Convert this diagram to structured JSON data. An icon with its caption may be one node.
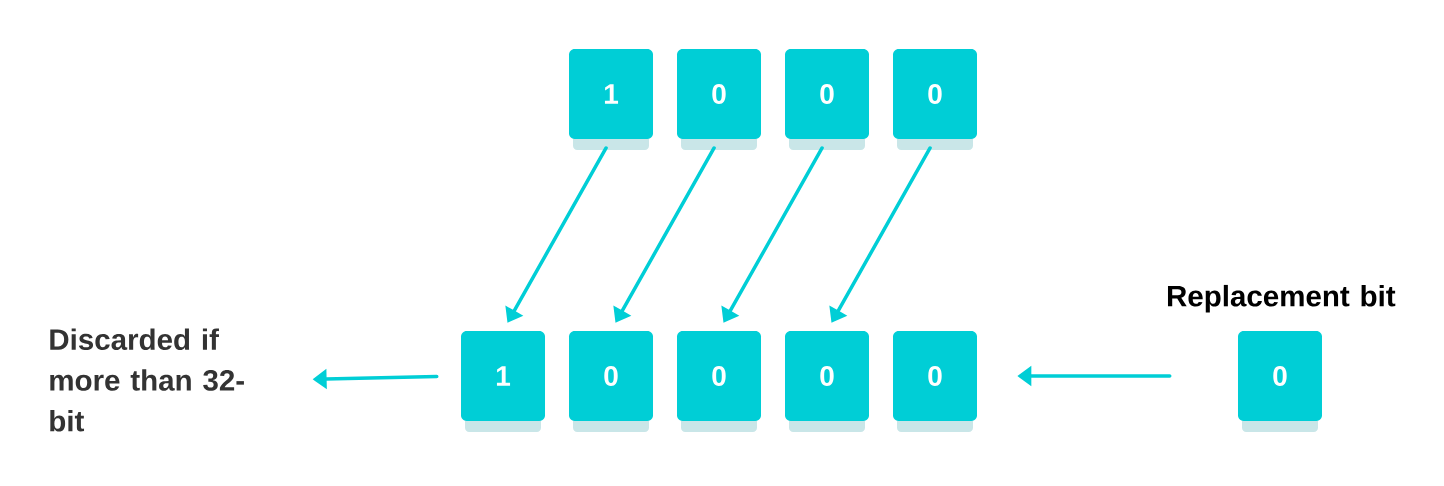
{
  "diagram": {
    "nodes": [
      {
        "text": [
          "1"
        ]
      },
      {
        "text": [
          "0"
        ]
      },
      {
        "text": [
          "0"
        ]
      },
      {
        "text": [
          "0"
        ]
      },
      {
        "text": [
          "Discarded if more than 32-bit"
        ]
      },
      {
        "text": [
          "1"
        ]
      },
      {
        "text": [
          "0"
        ]
      },
      {
        "text": [
          "0"
        ]
      },
      {
        "text": [
          "0"
        ]
      },
      {
        "text": [
          "0"
        ]
      },
      {
        "text": [
          "0"
        ],
        "beside": [
          "Replacement bit"
        ]
      }
    ],
    "edges": [
      {
        "from": 0,
        "to": 5,
        "arrow": "to"
      },
      {
        "from": 1,
        "to": 6,
        "arrow": "to"
      },
      {
        "from": 2,
        "to": 7,
        "arrow": "to"
      },
      {
        "from": 3,
        "to": 8,
        "arrow": "to"
      },
      {
        "from": 5,
        "to": 4,
        "arrow": "to"
      },
      {
        "from": 10,
        "to": 9,
        "arrow": "to"
      }
    ]
  }
}
